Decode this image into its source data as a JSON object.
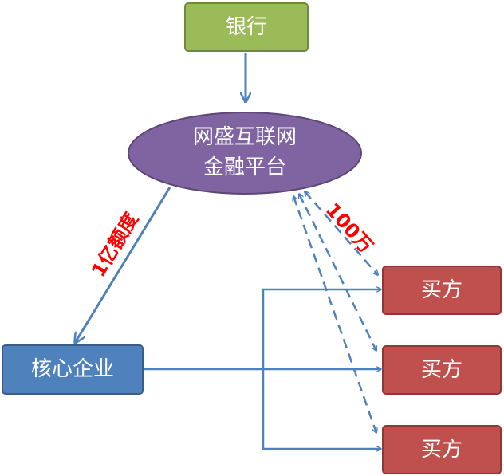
{
  "nodes": {
    "bank": {
      "label": "银行",
      "fill": "#9bbb59",
      "stroke": "#71893f"
    },
    "platform": {
      "line1": "网盛互联网",
      "line2": "金融平台",
      "fill": "#8064a2",
      "stroke": "#5c4776"
    },
    "core": {
      "label": "核心企业",
      "fill": "#4f81bd",
      "stroke": "#385d8a"
    },
    "buyers": [
      {
        "label": "买方"
      },
      {
        "label": "买方"
      },
      {
        "label": "买方"
      }
    ],
    "buyer_fill": "#c0504d",
    "buyer_stroke": "#8c3836"
  },
  "edges": {
    "line_color": "#4f81bd",
    "credit_label": "1亿额度",
    "loan_label": "100万"
  }
}
